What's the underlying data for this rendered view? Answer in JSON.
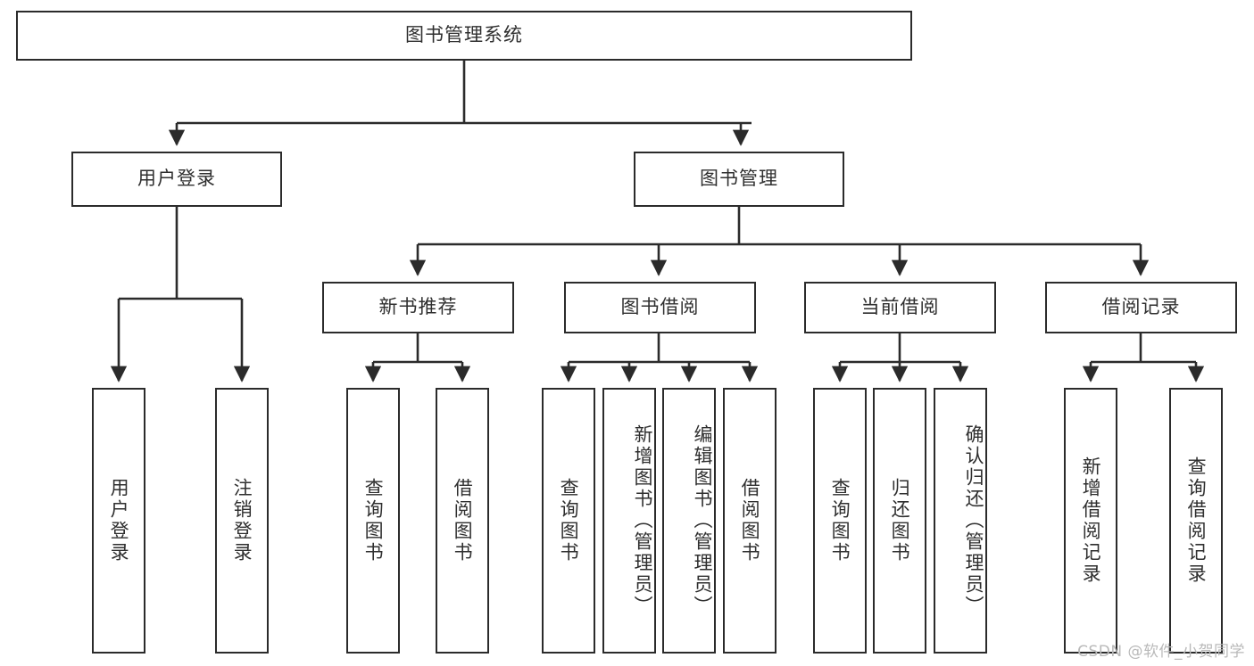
{
  "diagram": {
    "title": "图书管理系统",
    "type": "tree",
    "watermark": "CSDN @软件_小贺同学",
    "colors": {
      "node_border": "#2b2b2b",
      "node_fill": "#ffffff",
      "text": "#2f2f2f",
      "edge": "#2b2b2b",
      "watermark": "#b9b9b9",
      "background": "#ffffff"
    },
    "root": {
      "label": "图书管理系统"
    },
    "level2": [
      {
        "label": "用户登录"
      },
      {
        "label": "图书管理"
      }
    ],
    "level3": [
      {
        "label": "新书推荐"
      },
      {
        "label": "图书借阅"
      },
      {
        "label": "当前借阅"
      },
      {
        "label": "借阅记录"
      }
    ],
    "leaves": {
      "user_login": [
        {
          "label": "用户登录"
        },
        {
          "label": "注销登录"
        }
      ],
      "new_book_recommend": [
        {
          "label": "查询图书"
        },
        {
          "label": "借阅图书"
        }
      ],
      "book_borrow": [
        {
          "label": "查询图书"
        },
        {
          "label": "新增图书（管理员）"
        },
        {
          "label": "编辑图书（管理员）"
        },
        {
          "label": "借阅图书"
        }
      ],
      "current_borrow": [
        {
          "label": "查询图书"
        },
        {
          "label": "归还图书"
        },
        {
          "label": "确认归还（管理员）"
        }
      ],
      "borrow_record": [
        {
          "label": "新增借阅记录"
        },
        {
          "label": "查询借阅记录"
        }
      ]
    }
  }
}
